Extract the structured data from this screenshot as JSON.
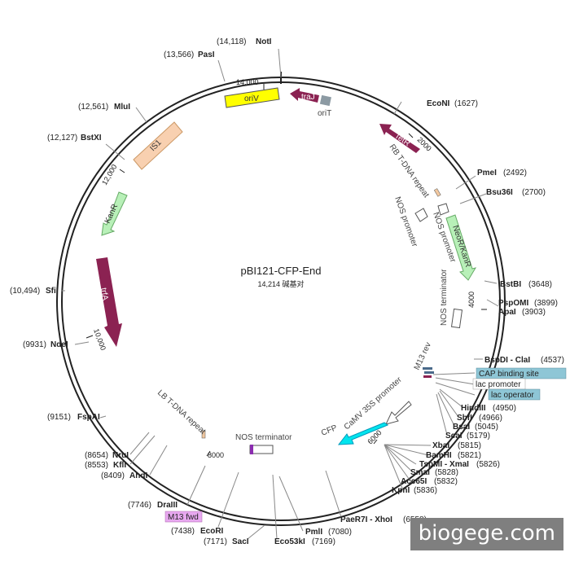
{
  "plasmid": {
    "name": "pBI121-CFP-End",
    "size_label": "14,214 碱基对"
  },
  "ticks": [
    {
      "label": "14,000",
      "bp": 14000
    },
    {
      "label": "2000",
      "bp": 2000
    },
    {
      "label": "4000",
      "bp": 4000
    },
    {
      "label": "6000",
      "bp": 6000
    },
    {
      "label": "8000",
      "bp": 8000
    },
    {
      "label": "10,000",
      "bp": 10000
    },
    {
      "label": "12,000",
      "bp": 12000
    }
  ],
  "sites": [
    {
      "name": "NotI",
      "pos": "(14,118)"
    },
    {
      "name": "PasI",
      "pos": "(13,566)"
    },
    {
      "name": "MluI",
      "pos": "(12,561)"
    },
    {
      "name": "BstXI",
      "pos": "(12,127)"
    },
    {
      "name": "SfiI",
      "pos": "(10,494)"
    },
    {
      "name": "NdeI",
      "pos": "(9931)"
    },
    {
      "name": "FspAI",
      "pos": "(9151)"
    },
    {
      "name": "NruI",
      "pos": "(8654)"
    },
    {
      "name": "KflI",
      "pos": "(8553)"
    },
    {
      "name": "AhdI",
      "pos": "(8409)"
    },
    {
      "name": "DraIII",
      "pos": "(7746)"
    },
    {
      "name": "EcoRI",
      "pos": "(7438)"
    },
    {
      "name": "SacI",
      "pos": "(7171)"
    },
    {
      "name": "Eco53kI",
      "pos": "(7169)"
    },
    {
      "name": "PmlI",
      "pos": "(7080)"
    },
    {
      "name": "PaeR7I - XhoI",
      "pos": "(6558)"
    },
    {
      "name": "EcoNI",
      "pos": "(1627)"
    },
    {
      "name": "PmeI",
      "pos": "(2492)"
    },
    {
      "name": "Bsu36I",
      "pos": "(2700)"
    },
    {
      "name": "BstBI",
      "pos": "(3648)"
    },
    {
      "name": "PspOMI",
      "pos": "(3899)"
    },
    {
      "name": "ApaI",
      "pos": "(3903)"
    },
    {
      "name": "BspDI - ClaI",
      "pos": "(4537)"
    },
    {
      "name": "HindIII",
      "pos": "(4950)"
    },
    {
      "name": "SbfI",
      "pos": "(4966)"
    },
    {
      "name": "BsaI",
      "pos": "(5045)"
    },
    {
      "name": "ScaI",
      "pos": "(5179)"
    },
    {
      "name": "XbaI",
      "pos": "(5815)"
    },
    {
      "name": "BamHI",
      "pos": "(5821)"
    },
    {
      "name": "TspMI - XmaI",
      "pos": "(5826)"
    },
    {
      "name": "SmaI",
      "pos": "(5828)"
    },
    {
      "name": "Acc65I",
      "pos": "(5832)"
    },
    {
      "name": "KpnI",
      "pos": "(5836)"
    }
  ],
  "features": {
    "oriV": "oriV",
    "traJ": "traJ",
    "oriT": "oriT",
    "TetR": "TetR",
    "RB": "RB T-DNA repeat",
    "NOSprom": "NOS promoter",
    "NOSprom2": "NOS promoter",
    "NeoR": "NeoR/KanR",
    "NOSterm": "NOS terminator",
    "M13rev": "M13 rev",
    "CAP": "CAP binding site",
    "lacP": "lac promoter",
    "lacO": "lac operator",
    "CaMV": "CaMV 35S promoter",
    "CFP": "CFP",
    "NOSterm2": "NOS terminator",
    "LB": "LB T-DNA repeat",
    "M13fwd": "M13 fwd",
    "trfA": "trfA",
    "KanR": "KanR",
    "IS1": "IS1"
  },
  "colors": {
    "backbone": "#222222",
    "oriV": "#ffff00",
    "traJ": "#8b2252",
    "oriT": "#8c9aa3",
    "TetR": "#8b2252",
    "trfA": "#8b2252",
    "NeoR": "#b8f0b8",
    "KanR": "#b8f0b8",
    "IS1": "#f8d0b0",
    "CFP": "#00e5ee",
    "CAP": "#8ec6d6",
    "lacO": "#8ec6d6",
    "M13fwd": "#e8a8f0"
  },
  "watermark": "biogege.com"
}
